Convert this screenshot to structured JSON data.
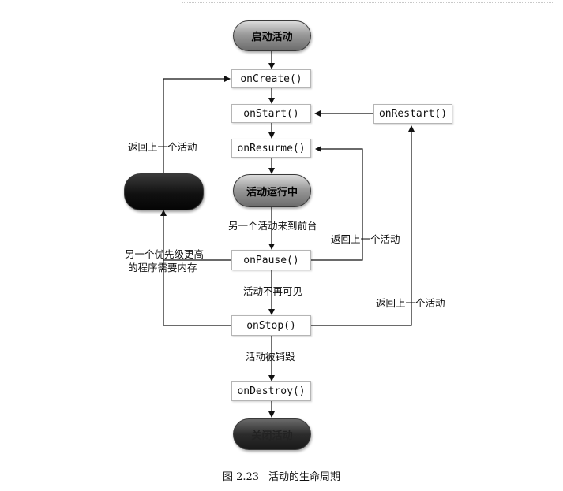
{
  "nodes": {
    "start": "启动活动",
    "on_create": "onCreate()",
    "on_start": "onStart()",
    "on_restart": "onRestart()",
    "on_resume": "onResurme()",
    "running": "活动运行中",
    "on_pause": "onPause()",
    "on_stop": "onStop()",
    "on_destroy": "onDestroy()",
    "shutdown": "关闭活动"
  },
  "labels": {
    "return_left": "返回上一个活动",
    "other_to_front": "另一个活动来到前台",
    "return_resume": "返回上一个活动",
    "priority_line1": "另一个优先级更高",
    "priority_line2": "的程序需要内存",
    "no_longer_visible": "活动不再可见",
    "return_restart": "返回上一个活动",
    "destroyed": "活动被销毁"
  },
  "caption": {
    "number": "图 2.23",
    "title": "活动的生命周期"
  }
}
